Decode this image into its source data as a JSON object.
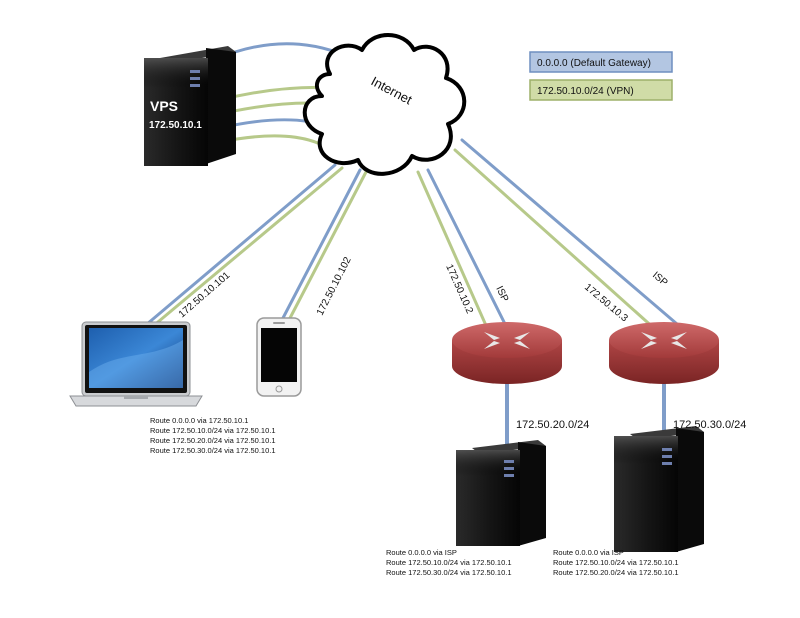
{
  "legend": {
    "default_gateway": "0.0.0.0 (Default Gateway)",
    "vpn": "172.50.10.0/24 (VPN)"
  },
  "colors": {
    "default_gateway": "#7f9dc9",
    "vpn": "#b7c98a",
    "legend_gateway_fill": "#b3c6e2",
    "legend_gateway_border": "#6f8fc0",
    "legend_vpn_fill": "#d0dca7",
    "legend_vpn_border": "#9db06a",
    "router": "#a63e3e"
  },
  "cloud": {
    "label": "Internet"
  },
  "vps": {
    "title": "VPS",
    "ip": "172.50.10.1"
  },
  "links": {
    "laptop": "172.50.10.101",
    "phone": "172.50.10.102",
    "router1_vpn": "172.50.10.2",
    "router1_isp": "ISP",
    "router2_vpn": "172.50.10.3",
    "router2_isp": "ISP"
  },
  "subnets": {
    "site1": "172.50.20.0/24",
    "site2": "172.50.30.0/24"
  },
  "routes": {
    "laptop": [
      "Route 0.0.0.0 via 172.50.10.1",
      "Route 172.50.10.0/24 via 172.50.10.1",
      "Route 172.50.20.0/24 via 172.50.10.1",
      "Route 172.50.30.0/24 via 172.50.10.1"
    ],
    "server1": [
      "Route 0.0.0.0 via ISP",
      "Route 172.50.10.0/24 via 172.50.10.1",
      "Route 172.50.30.0/24 via 172.50.10.1"
    ],
    "server2": [
      "Route 0.0.0.0 via ISP",
      "Route 172.50.10.0/24 via 172.50.10.1",
      "Route 172.50.20.0/24 via 172.50.10.1"
    ]
  }
}
